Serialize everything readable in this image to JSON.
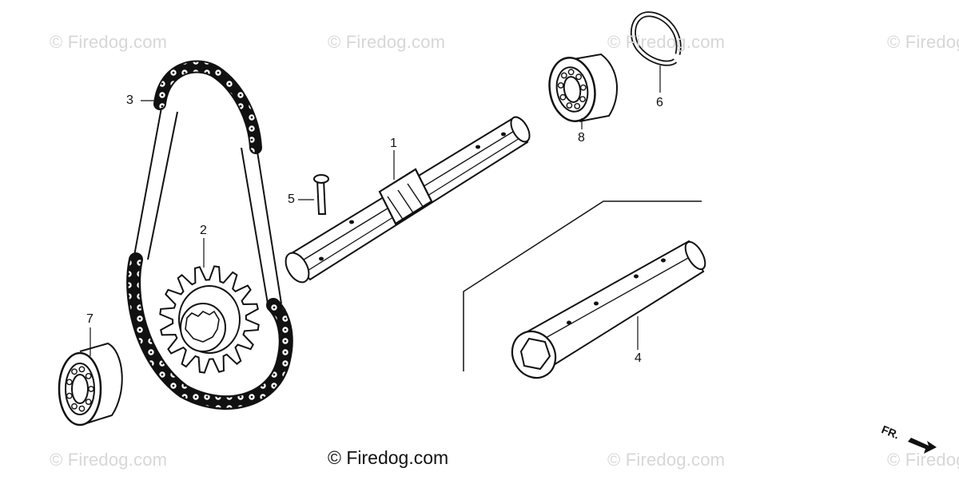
{
  "watermark_text": "© Firedog.com",
  "credit_text": "© Firedog.com",
  "direction_label": "FR.",
  "callouts": {
    "shaft": "1",
    "sprocket": "2",
    "chain": "3",
    "spacer_tube": "4",
    "pin": "5",
    "snap_ring": "6",
    "bearing_left": "7",
    "bearing_right": "8"
  }
}
